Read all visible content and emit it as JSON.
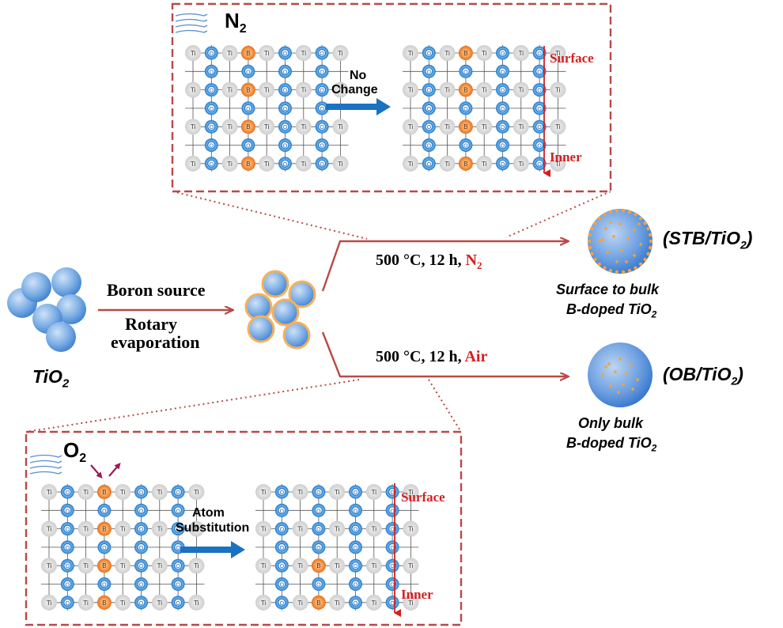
{
  "tio2_label": "TiO",
  "tio2_sub": "2",
  "process": {
    "line1": "Boron source",
    "line2": "Rotary",
    "line3": "evaporation"
  },
  "branch_n2": {
    "condition": "500 °C, 12 h, ",
    "gas": "N",
    "gas_sub": "2",
    "product_code": "(STB/TiO",
    "product_code_sub": "2",
    "product_code_close": ")",
    "desc_line1": "Surface to bulk",
    "desc_line2": "B-doped TiO",
    "desc_line2_sub": "2"
  },
  "branch_air": {
    "condition": "500 °C, 12 h, ",
    "gas": "Air",
    "product_code": "(OB/TiO",
    "product_code_sub": "2",
    "product_code_close": ")",
    "desc_line1": "Only bulk",
    "desc_line2": "B-doped TiO",
    "desc_line2_sub": "2"
  },
  "inset_n2": {
    "gas": "N",
    "gas_sub": "2",
    "arrow_line1": "No",
    "arrow_line2": "Change",
    "surface": "Surface",
    "inner": "Inner"
  },
  "inset_o2": {
    "gas": "O",
    "gas_sub": "2",
    "arrow_line1": "Atom",
    "arrow_line2": "Substitution",
    "surface": "Surface",
    "inner": "Inner"
  },
  "lattice_atoms": {
    "ti": "Ti",
    "o": "O",
    "b": "B"
  },
  "colors": {
    "accent_red": "#d42020",
    "arrow_red": "#b84a46",
    "arrow_blue": "#1a72c2",
    "oxygen_blue": "#2a86d4",
    "boron_orange": "#f07a2a",
    "ti_gray": "#d6d6d6",
    "frame": "#b84a46"
  },
  "lattices": {
    "n2_before_boron": [
      [
        0,
        3
      ],
      [
        2,
        3
      ],
      [
        4,
        3
      ],
      [
        6,
        3
      ]
    ],
    "n2_after_boron": [
      [
        0,
        3
      ],
      [
        2,
        3
      ],
      [
        4,
        3
      ],
      [
        6,
        3
      ]
    ],
    "o2_before_boron": [
      [
        0,
        3
      ],
      [
        2,
        3
      ],
      [
        4,
        3
      ],
      [
        6,
        3
      ]
    ],
    "o2_after_boron": [
      [
        4,
        3
      ],
      [
        6,
        3
      ]
    ]
  }
}
